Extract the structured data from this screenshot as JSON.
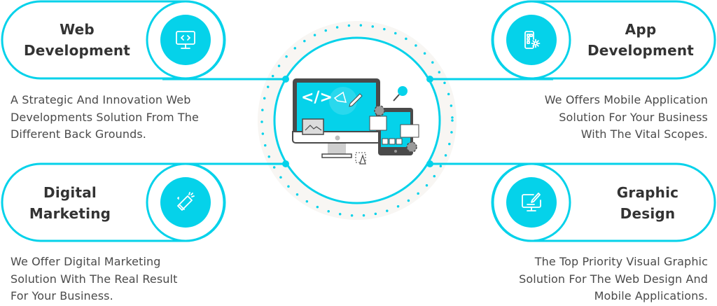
{
  "colors": {
    "accent": "#05d2ea",
    "title_text": "#333333",
    "body_text": "#4a4a4a",
    "halo": "#f8f6f3"
  },
  "services": [
    {
      "id": "web-development",
      "title_lines": [
        "Web",
        "Development"
      ],
      "icon": "monitor-code-icon",
      "description_lines": [
        "A Strategic And Innovation Web",
        "Developments Solution From The",
        "Different Back Grounds."
      ]
    },
    {
      "id": "app-development",
      "title_lines": [
        "App",
        "Development"
      ],
      "icon": "mobile-app-gear-icon",
      "description_lines": [
        "We Offers Mobile Application",
        "Solution For Your Business",
        "With The Vital Scopes."
      ]
    },
    {
      "id": "digital-marketing",
      "title_lines": [
        "Digital",
        "Marketing"
      ],
      "icon": "megaphone-icon",
      "description_lines": [
        "We Offer Digital Marketing",
        "Solution With The Real Result",
        "For Your Business."
      ]
    },
    {
      "id": "graphic-design",
      "title_lines": [
        "Graphic",
        "Design"
      ],
      "icon": "monitor-brush-icon",
      "description_lines": [
        "The Top Priority Visual Graphic",
        "Solution For The Web Design And",
        "Mobile Applications."
      ]
    }
  ],
  "center": {
    "illustration": "web-design-devices-illustration",
    "code_glyph": "</>"
  }
}
